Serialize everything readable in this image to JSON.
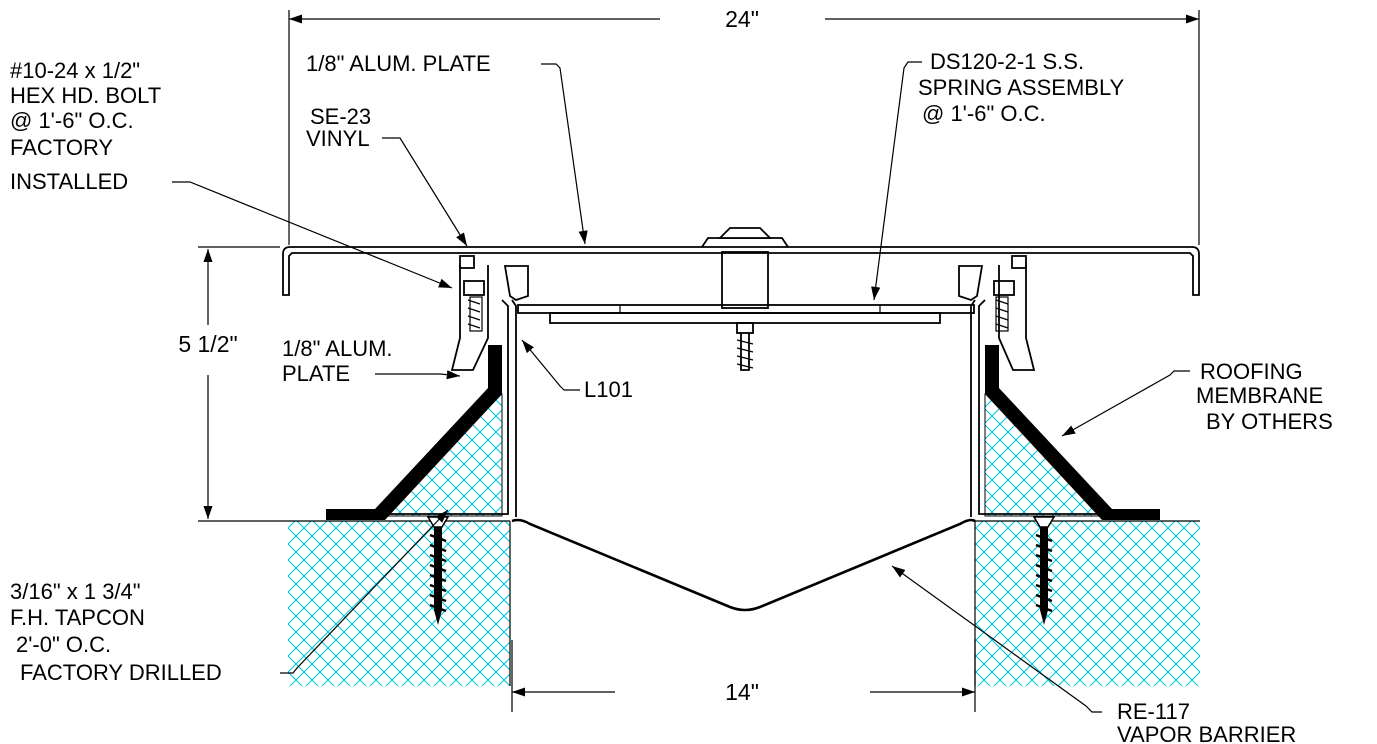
{
  "dimensions": {
    "top_width": "24\"",
    "height": "5 1/2\"",
    "bottom_width": "14\""
  },
  "callouts": {
    "hex_bolt": [
      "#10-24 x 1/2\"",
      "HEX HD. BOLT",
      "@ 1'-6\" O.C.",
      "FACTORY",
      "INSTALLED"
    ],
    "vinyl": [
      "SE-23",
      "VINYL"
    ],
    "top_plate": [
      "1/8\" ALUM. PLATE"
    ],
    "spring": [
      "DS120-2-1 S.S.",
      "SPRING ASSEMBLY",
      "@ 1'-6\" O.C."
    ],
    "side_plate": [
      "1/8\" ALUM.",
      "PLATE"
    ],
    "angle": [
      "L101"
    ],
    "membrane": [
      "ROOFING",
      "MEMBRANE",
      "BY OTHERS"
    ],
    "tapcon": [
      "3/16\" x 1 3/4\"",
      "F.H. TAPCON",
      "2'-0\" O.C.",
      "FACTORY DRILLED"
    ],
    "vapor_barrier": [
      "RE-117",
      "VAPOR BARRIER"
    ]
  },
  "colors": {
    "line": "#000000",
    "concrete_hatch": "#00c8d8",
    "background": "#ffffff"
  }
}
